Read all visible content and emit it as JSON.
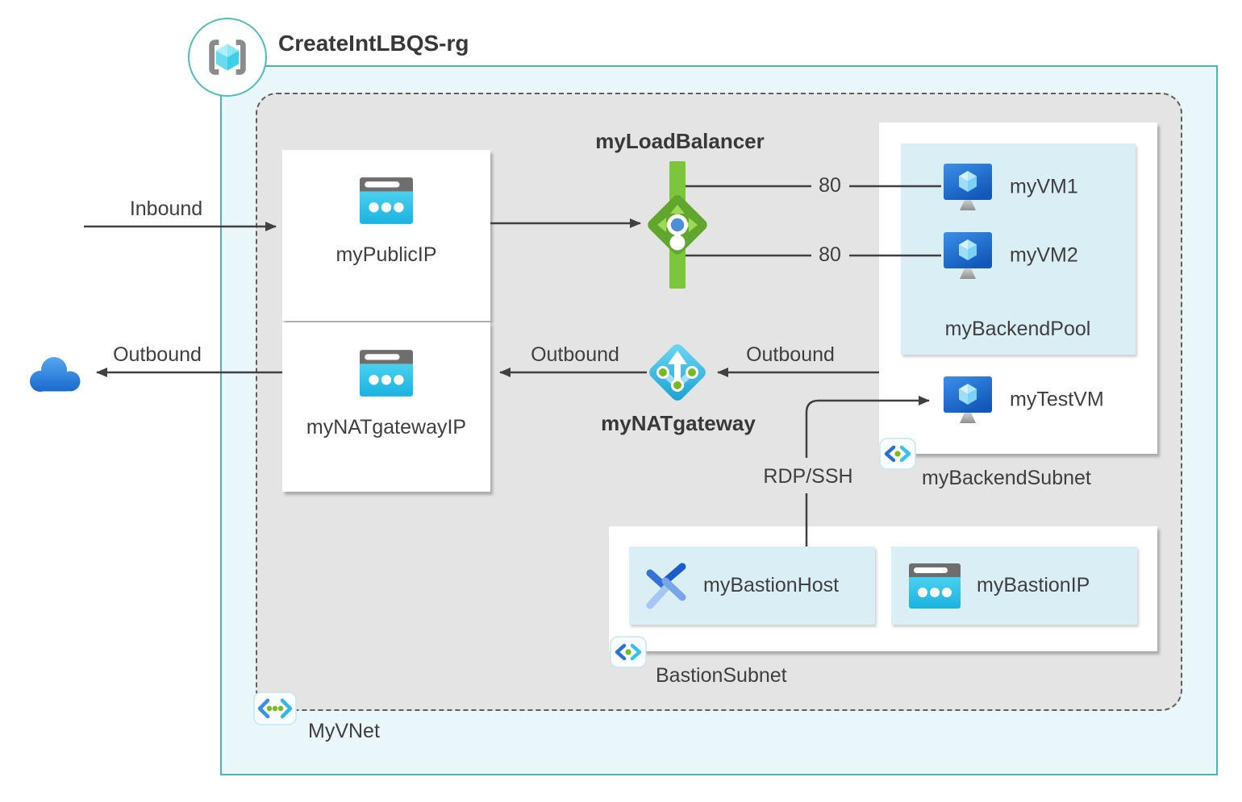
{
  "title": "CreateIntLBQS-rg",
  "vnet": {
    "label": "MyVNet"
  },
  "flows": {
    "inbound": "Inbound",
    "outbound_internet": "Outbound",
    "outbound_nat_to_ip": "Outbound",
    "outbound_subnet_to_nat": "Outbound",
    "port_vm1": "80",
    "port_vm2": "80",
    "rdp_ssh": "RDP/SSH"
  },
  "nodes": {
    "public_ip": {
      "label": "myPublicIP"
    },
    "load_balancer": {
      "label": "myLoadBalancer"
    },
    "nat_gateway": {
      "label": "myNATgateway"
    },
    "nat_gateway_ip": {
      "label": "myNATgatewayIP"
    },
    "vm1": {
      "label": "myVM1"
    },
    "vm2": {
      "label": "myVM2"
    },
    "backend_pool": {
      "label": "myBackendPool"
    },
    "test_vm": {
      "label": "myTestVM"
    },
    "backend_subnet": {
      "label": "myBackendSubnet"
    },
    "bastion_host": {
      "label": "myBastionHost"
    },
    "bastion_ip": {
      "label": "myBastionIP"
    },
    "bastion_subnet": {
      "label": "BastionSubnet"
    }
  },
  "icons": {
    "resource_group": "cube-in-brackets-icon",
    "ip": "public-ip-browser-icon",
    "vm": "virtual-machine-icon",
    "load_balancer": "load-balancer-icon",
    "nat_gateway": "nat-gateway-icon",
    "subnet": "subnet-angle-brackets-icon",
    "vnet": "vnet-angle-brackets-icon",
    "bastion": "bastion-chevrons-icon",
    "cloud": "internet-cloud-icon"
  },
  "colors": {
    "resource_group_border": "#50b4ac",
    "resource_group_bg": "#e9f6fa",
    "vnet_bg": "#e4e4e4",
    "vnet_border": "#5e5e5e",
    "subnet_highlight_bg": "#daeef6",
    "connector": "#404040",
    "load_balancer_green": "#7cc63e",
    "load_balancer_diamond": "#61a72e",
    "nat_gateway_cyan": "#2ab4e0",
    "ip_icon_cyan": "#35c3e8",
    "vm_blue": "#1f6fd0",
    "dot_green": "#76bc21",
    "cloud_blue": "#2f85e5"
  }
}
